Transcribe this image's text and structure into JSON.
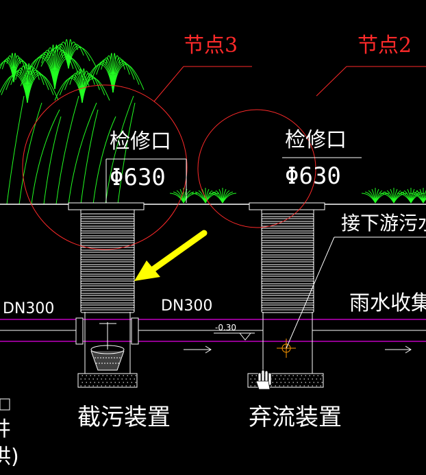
{
  "drawing": {
    "callouts": [
      {
        "id": "node3",
        "label": "节点3"
      },
      {
        "id": "node2",
        "label": "节点2"
      }
    ],
    "manholes": [
      {
        "title": "检修口",
        "spec": "Φ630"
      },
      {
        "title": "检修口",
        "spec": "Φ630"
      }
    ],
    "pipes": {
      "left_label": "DN300",
      "middle_label": "DN300",
      "slope_label": "-0.30"
    },
    "notes": {
      "downstream": "接下游污水",
      "rain_collect": "雨水收集"
    },
    "devices": {
      "intercept": "截污装置",
      "discard": "弃流装置"
    },
    "edge_fragments": {
      "well": "井",
      "supply": "供)"
    },
    "colors": {
      "background": "#000000",
      "linework": "#ffffff",
      "callout": "#ff2a2a",
      "pipe": "#c000c0",
      "plant": "#22ff22",
      "arrow": "#ffff00",
      "valve": "#ff9900"
    }
  }
}
